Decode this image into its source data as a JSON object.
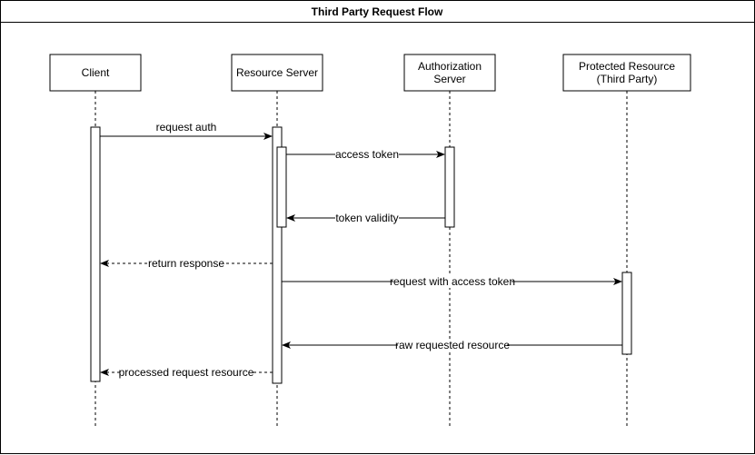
{
  "title": "Third Party Request Flow",
  "participants": [
    {
      "id": "client",
      "lines": [
        "Client"
      ]
    },
    {
      "id": "resource-server",
      "lines": [
        "Resource Server"
      ]
    },
    {
      "id": "authorization-server",
      "lines": [
        "Authorization",
        "Server"
      ]
    },
    {
      "id": "protected-resource",
      "lines": [
        "Protected Resource",
        "(Third Party)"
      ]
    }
  ],
  "messages": [
    {
      "label": "request auth",
      "from": "client",
      "to": "resource-server",
      "style": "solid"
    },
    {
      "label": "access token",
      "from": "resource-server",
      "to": "authorization-server",
      "style": "solid"
    },
    {
      "label": "token validity",
      "from": "authorization-server",
      "to": "resource-server",
      "style": "solid"
    },
    {
      "label": "return response",
      "from": "resource-server",
      "to": "client",
      "style": "dashed"
    },
    {
      "label": "request with access token",
      "from": "resource-server",
      "to": "protected-resource",
      "style": "solid"
    },
    {
      "label": "raw requested resource",
      "from": "protected-resource",
      "to": "resource-server",
      "style": "solid"
    },
    {
      "label": "processed request resource",
      "from": "resource-server",
      "to": "client",
      "style": "dashed"
    }
  ]
}
